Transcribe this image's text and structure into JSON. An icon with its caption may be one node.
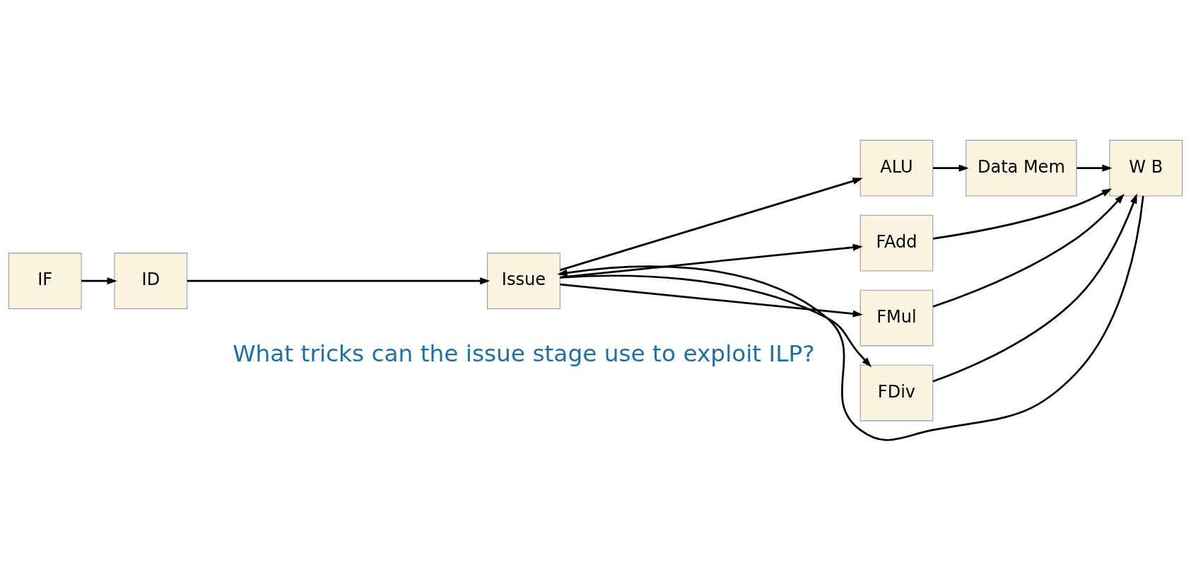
{
  "diagram": {
    "nodes": [
      {
        "text": [
          "IF"
        ]
      },
      {
        "text": [
          "ID"
        ]
      },
      {
        "text": [
          "Issue"
        ]
      },
      {
        "text": [
          "ALU"
        ]
      },
      {
        "text": [
          "Data Mem"
        ]
      },
      {
        "text": [
          "W B"
        ]
      },
      {
        "text": [
          "FAdd"
        ]
      },
      {
        "text": [
          "FMul"
        ]
      },
      {
        "text": [
          "FDiv"
        ]
      }
    ],
    "edges": [
      {
        "from": 0,
        "to": 1,
        "arrow": "to"
      },
      {
        "from": 1,
        "to": 2,
        "arrow": "to"
      },
      {
        "from": 2,
        "to": 3,
        "arrow": "to"
      },
      {
        "from": 3,
        "to": 4,
        "arrow": "to"
      },
      {
        "from": 4,
        "to": 5,
        "arrow": "to"
      },
      {
        "from": 5,
        "to": 2,
        "arrow": "to"
      },
      {
        "from": 2,
        "to": 6,
        "arrow": "to"
      },
      {
        "from": 2,
        "to": 7,
        "arrow": "to"
      },
      {
        "from": 2,
        "to": 8,
        "arrow": "to"
      },
      {
        "from": 6,
        "to": 5,
        "arrow": "to"
      },
      {
        "from": 7,
        "to": 5,
        "arrow": "to"
      },
      {
        "from": 8,
        "to": 5,
        "arrow": "to"
      }
    ],
    "labels": [
      "What tricks can the issue stage use to exploit ILP?"
    ]
  }
}
